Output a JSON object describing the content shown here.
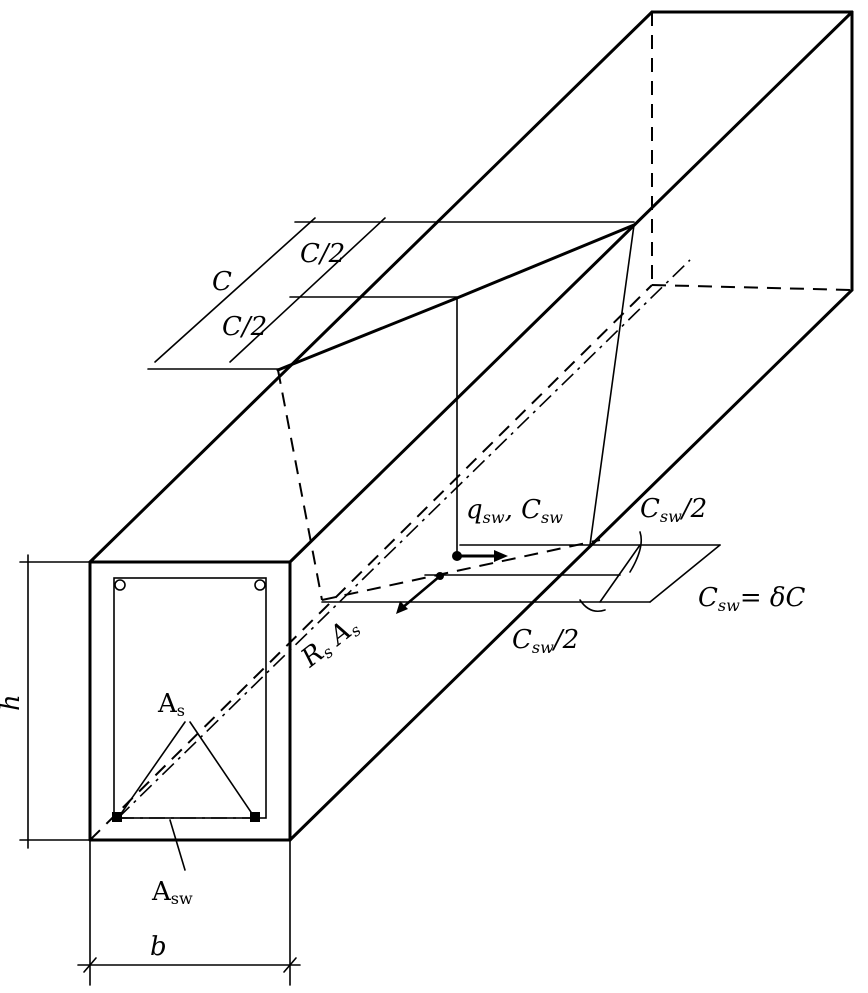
{
  "labels": {
    "c": "C",
    "c_half_top": "C/2",
    "c_half_bottom": "C/2",
    "q_sw": "q",
    "q_sw_sub": "sw",
    "c_sw": "C",
    "c_sw_sub": "sw",
    "c_sw_half_top": "C",
    "c_sw_half_top_sub": "sw",
    "c_sw_half_top_tail": "/2",
    "c_sw_half_bottom": "C",
    "c_sw_half_bottom_sub": "sw",
    "c_sw_half_bottom_tail": "/2",
    "c_sw_eq": "C",
    "c_sw_eq_sub": "sw",
    "c_sw_eq_tail": "= δC",
    "rs_as": "R",
    "rs_as_sub1": "s",
    "rs_as_mid": "A",
    "rs_as_sub2": "s",
    "a_s": "A",
    "a_s_sub": "s",
    "a_sw": "A",
    "a_sw_sub": "sw",
    "h": "h",
    "b": "b"
  }
}
